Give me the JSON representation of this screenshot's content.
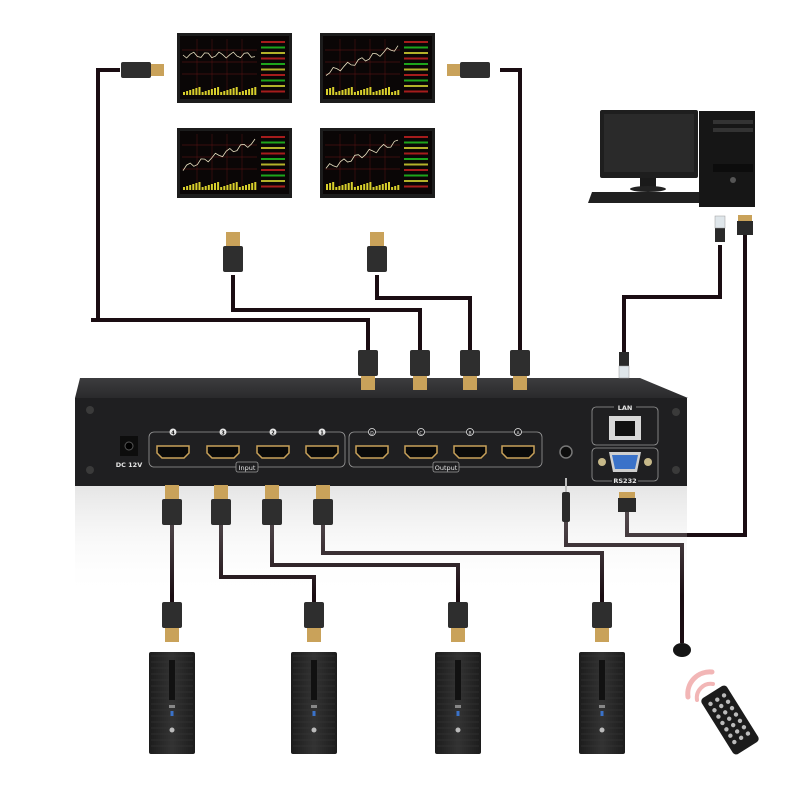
{
  "diagram": {
    "title": "4x4 HDMI Matrix Switcher Connection Diagram",
    "device": {
      "power_label": "DC 12V",
      "input_group_label": "Input",
      "output_group_label": "Output",
      "lan_label": "LAN",
      "rs232_label": "RS232",
      "input_ports": [
        "4",
        "3",
        "2",
        "1"
      ],
      "output_ports": [
        "D",
        "C",
        "B",
        "A"
      ]
    },
    "displays": [
      {
        "id": "display-1"
      },
      {
        "id": "display-2"
      },
      {
        "id": "display-3"
      },
      {
        "id": "display-4"
      }
    ],
    "sources": [
      {
        "id": "source-pc-1"
      },
      {
        "id": "source-pc-2"
      },
      {
        "id": "source-pc-3"
      },
      {
        "id": "source-pc-4"
      }
    ],
    "control": {
      "computer": "control-computer",
      "ir_receiver": "ir-receiver",
      "remote": "ir-remote-control"
    },
    "colors": {
      "cable": "#1a0d12",
      "device_body": "#232325",
      "connector_gold": "#c9a25a",
      "plug_body": "#2e2e2e",
      "screen_bg": "#0a0606",
      "chart_yellow": "#d8cf2c",
      "grid_red": "#6a1616",
      "rs232_blue": "#3a72c9",
      "ir_wave": "#f2b6b6"
    }
  }
}
